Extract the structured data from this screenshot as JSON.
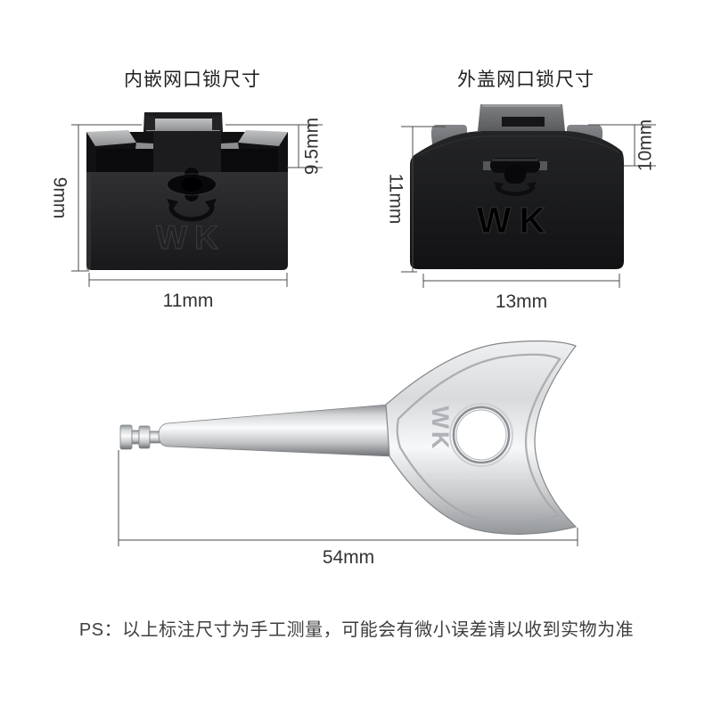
{
  "left_lock": {
    "title": "内嵌网口锁尺寸",
    "brand": "WK",
    "height_left": "9mm",
    "height_right": "9.5mm",
    "width": "11mm"
  },
  "right_lock": {
    "title": "外盖网口锁尺寸",
    "brand": "WK",
    "height_left": "11mm",
    "height_right": "10mm",
    "width": "13mm"
  },
  "key": {
    "brand": "WK",
    "length": "54mm"
  },
  "note": "PS：以上标注尺寸为手工测量，可能会有微小误差请以收到实物为准",
  "colors": {
    "background": "#ffffff",
    "lock_body_dark": "#1b1b1d",
    "lock_top_highlight": "#aeb0b2",
    "metal_light": "#f6f7f8",
    "metal_dark": "#989b9e",
    "dimension_line": "#4b4b4b",
    "text": "#333333"
  }
}
